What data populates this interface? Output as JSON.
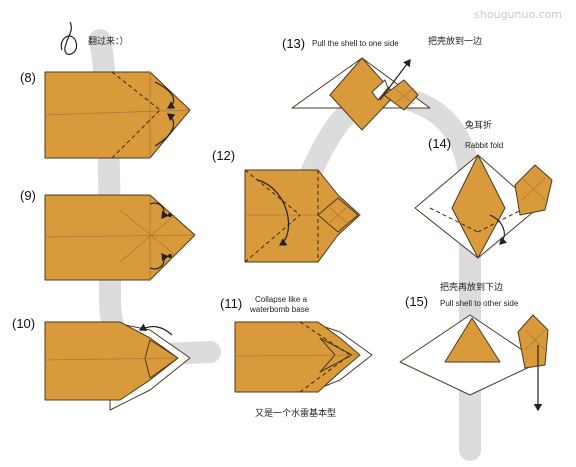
{
  "watermark": "shougunuo.com",
  "intro": {
    "label": "翻过来：）",
    "icon": "flip-over-icon"
  },
  "steps": [
    {
      "num": "(8)"
    },
    {
      "num": "(9)"
    },
    {
      "num": "(10)"
    },
    {
      "num": "(11)",
      "caption_en_line1": "Collapse like a",
      "caption_en_line2": "waterbomb base",
      "caption_zh": "又是一个水雷基本型"
    },
    {
      "num": "(12)"
    },
    {
      "num": "(13)",
      "caption_en": "Pull the shell to one side",
      "caption_zh": "把壳放到一边"
    },
    {
      "num": "(14)",
      "caption_zh": "兔耳折",
      "caption_en": "Rabbit fold"
    },
    {
      "num": "(15)",
      "caption_zh": "把壳再放到下边",
      "caption_en": "Pull shell to other side"
    }
  ],
  "colors": {
    "paper": "#D99A3C",
    "path": "#DCDCDC",
    "line": "#4a3a20"
  }
}
